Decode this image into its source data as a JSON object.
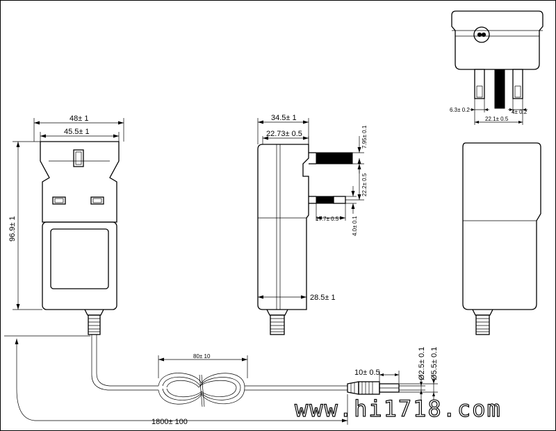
{
  "front_view": {
    "width_outer": "48± 1",
    "width_inner": "45.5± 1",
    "height": "96.9± 1"
  },
  "side_view": {
    "depth": "34.5± 1",
    "pin_offset": "22.73± 0.5",
    "pin_thickness": "7.95± 0.1",
    "pin_spacing": "22.2± 0.5",
    "pin_length": "17.7± 0.5",
    "pin_width": "4.0± 0.1",
    "body_depth": "28.5± 1"
  },
  "top_view": {
    "pin_w1": "6.3± 0.2",
    "pin_w2": "4± 0.2",
    "pin_span": "22.1± 0.5"
  },
  "cable": {
    "coil_length": "80± 10",
    "length": "1800± 100"
  },
  "dc_plug": {
    "tip_length": "10± 0.5",
    "inner_diameter": "Ø2.5± 0.1",
    "outer_diameter": "Ø5.5± 0.1"
  },
  "watermark": "www.hi1718.com"
}
